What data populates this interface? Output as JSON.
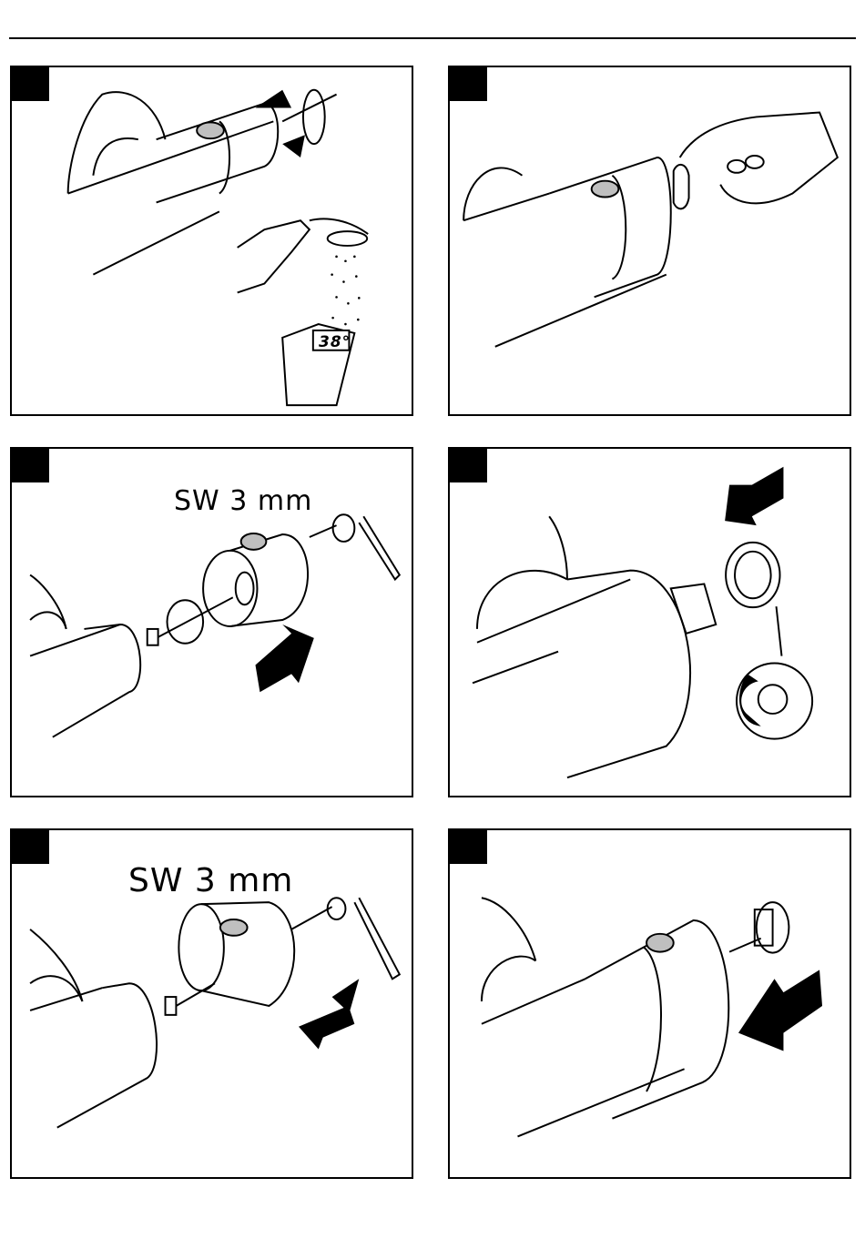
{
  "panels": [
    {
      "id": "step-1",
      "display_text": "38°"
    },
    {
      "id": "step-2"
    },
    {
      "id": "step-3",
      "tool_label": "SW 3 mm"
    },
    {
      "id": "step-4"
    },
    {
      "id": "step-5",
      "tool_label": "SW 3 mm"
    },
    {
      "id": "step-6"
    }
  ],
  "colors": {
    "ink": "#000000",
    "button": "#bfbfbf",
    "paper": "#ffffff"
  }
}
